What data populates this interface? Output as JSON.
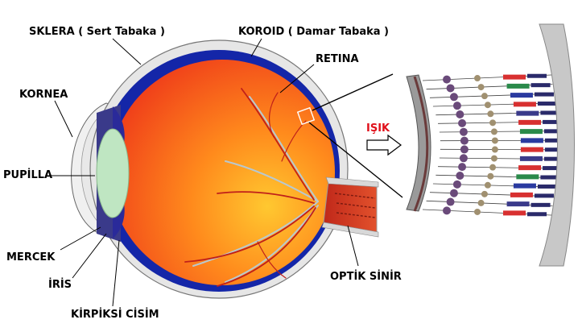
{
  "labels": {
    "sklera": "SKLERA ( Sert Tabaka )",
    "koroid": "KOROID ( Damar Tabaka )",
    "retina": "RETINA",
    "kornea": "KORNEA",
    "pupilla": "PUPİLLA",
    "mercek": "MERCEK",
    "iris": "İRİS",
    "kirpiksi": "KİRPİKSİ CİSİM",
    "optik": "OPTİK SİNİR",
    "isik": "IŞIK"
  },
  "colors": {
    "sclera": "#e6e6e6",
    "choroid": "#1426a8",
    "retina_inner": "#f0401a",
    "vitreous_light": "#ffb020",
    "lens": "#bfe6c2",
    "cornea": "#f2f2f2",
    "nerve": "#c0281a",
    "light_label": "#e0101a"
  }
}
